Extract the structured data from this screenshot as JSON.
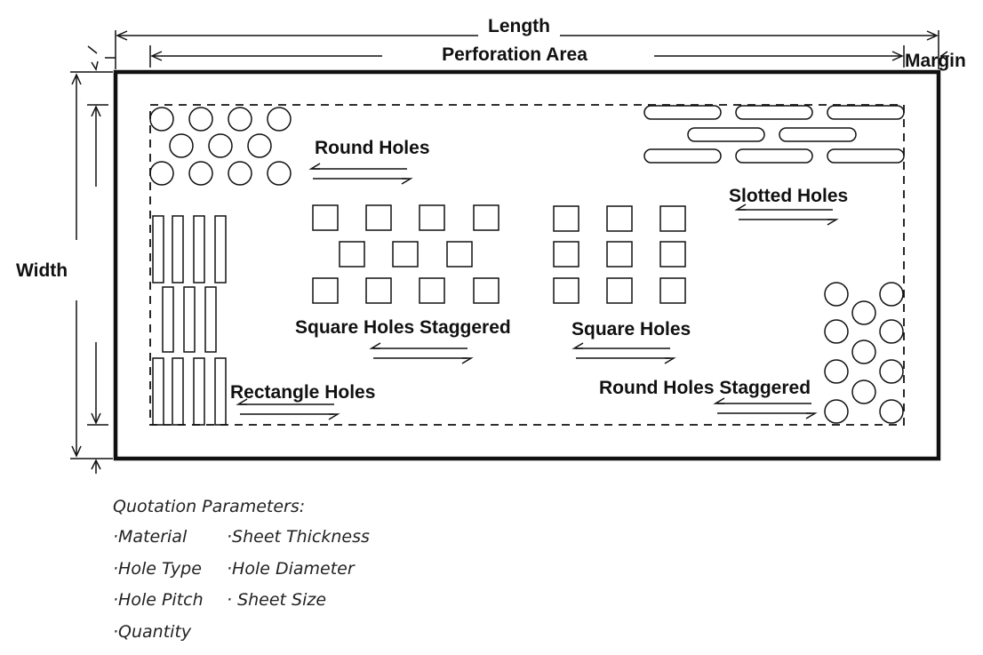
{
  "labels": {
    "length": "Length",
    "perforation_area": "Perforation Area",
    "margin": "Margin",
    "width": "Width",
    "round_holes": "Round Holes",
    "slotted_holes": "Slotted Holes",
    "square_holes_staggered": "Square Holes Staggered",
    "square_holes": "Square Holes",
    "rectangle_holes": "Rectangle Holes",
    "round_holes_staggered": "Round Holes Staggered"
  },
  "quotation": {
    "title": "Quotation Parameters:",
    "items": [
      "·Material",
      "·Sheet Thickness",
      "·Hole Type",
      "·Hole Diameter",
      "·Hole Pitch",
      "· Sheet Size",
      "·Quantity"
    ]
  },
  "colors": {
    "line": "#111111",
    "background": "#ffffff"
  }
}
